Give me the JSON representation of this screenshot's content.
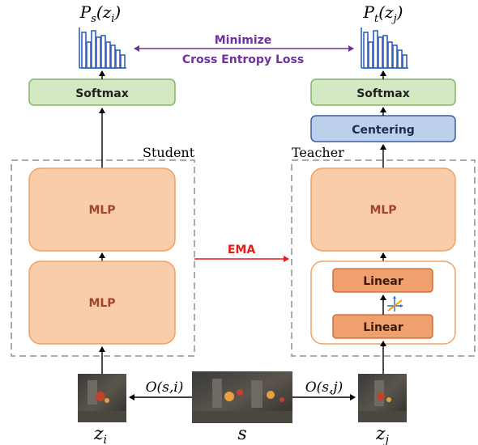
{
  "student": {
    "output_prob": "P_s(z_i)",
    "softmax_label": "Softmax",
    "group_label": "Student",
    "mlp_top_label": "MLP",
    "mlp_bottom_label": "MLP"
  },
  "teacher": {
    "output_prob": "P_t(z_j)",
    "softmax_label": "Softmax",
    "centering_label": "Centering",
    "group_label": "Teacher",
    "mlp_label": "MLP",
    "linear_top_label": "Linear",
    "linear_bottom_label": "Linear"
  },
  "loss": {
    "line1": "Minimize",
    "line2": "Cross Entropy Loss"
  },
  "ema_label": "EMA",
  "inputs": {
    "left_var": "z_i",
    "center_var": "s",
    "right_var": "z_j",
    "left_op": "O(s,i)",
    "right_op": "O(s,j)"
  },
  "colors": {
    "softmax_fill": "#d5e8c4",
    "softmax_stroke": "#82b366",
    "centering_fill": "#bcd0ec",
    "centering_stroke": "#3c5a9a",
    "mlp_fill": "#f9cda9",
    "mlp_stroke": "#f0a062",
    "mlp_text": "#a0442c",
    "linear_fill": "#efa06e",
    "linear_stroke": "#c8622a",
    "loss_text": "#7030a0",
    "ema_color": "#e81a1a",
    "histogram": "#3060c0",
    "dashed_border": "#a0a0a0"
  },
  "icons": {
    "output_histogram": "histogram-icon",
    "linear_break": "nonlinearity-icon"
  }
}
